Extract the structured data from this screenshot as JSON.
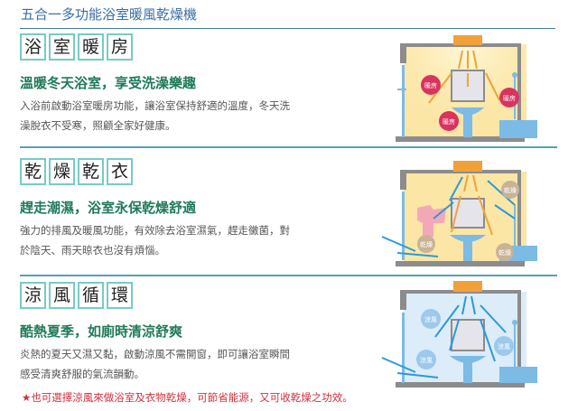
{
  "page": {
    "title": "五合一多功能浴室暖風乾燥機"
  },
  "sections": [
    {
      "tag": [
        "浴",
        "室",
        "暖",
        "房"
      ],
      "heading": "溫暖冬天浴室，享受洗澡樂趣",
      "body_lines": [
        "入浴前啟動浴室暖房功能，讓浴室保持舒適的溫度，冬天洗",
        "澡脫衣不受寒，照顧全家好健康。"
      ],
      "illustration": {
        "theme": "heating",
        "labels": [
          "暖房",
          "暖房",
          "暖房"
        ],
        "colors": {
          "bg": "#fbe6a6",
          "arrow": "#f0a33a",
          "badge": "#d8345f",
          "fixture": "#7bbbe6"
        }
      }
    },
    {
      "tag": [
        "乾",
        "燥",
        "乾",
        "衣"
      ],
      "heading": "趕走潮濕，浴室永保乾燥舒適",
      "body_lines": [
        "強力的排風及暖風功能，有效除去浴室濕氣，趕走黴菌，對",
        "於陰天、雨天晾衣也沒有煩惱。"
      ],
      "illustration": {
        "theme": "drying",
        "labels": [
          "乾燥",
          "乾燥",
          "乾燥"
        ],
        "colors": {
          "bg": "#fbe6a6",
          "arrow_in": "#2a9bd6",
          "arrow_out": "#f0a33a",
          "badge": "#c9b396",
          "fixture": "#7bbbe6"
        }
      }
    },
    {
      "tag": [
        "涼",
        "風",
        "循",
        "環"
      ],
      "heading": "酷熱夏季，如廁時清涼舒爽",
      "body_lines": [
        "炎熱的夏天又濕又黏，啟動涼風不需開窗，即可讓浴室瞬間",
        "感受清爽舒服的氣流韻動。"
      ],
      "illustration": {
        "theme": "cooling",
        "labels": [
          "涼風",
          "涼風",
          "涼風"
        ],
        "colors": {
          "bg": "#dcecf8",
          "arrow": "#2a9bd6",
          "badge": "#9cc9ec",
          "fixture": "#7bbbe6"
        }
      }
    }
  ],
  "note": {
    "star": "★",
    "text": "也可選擇涼風來做浴室及衣物乾燥，可節省能源，又可收乾燥之功效。"
  },
  "colors": {
    "title": "#3a6ea5",
    "heading": "#1f7a58",
    "tag_border": "#78cbc4",
    "rule": "#5aa0b6",
    "note": "#d0303a"
  }
}
